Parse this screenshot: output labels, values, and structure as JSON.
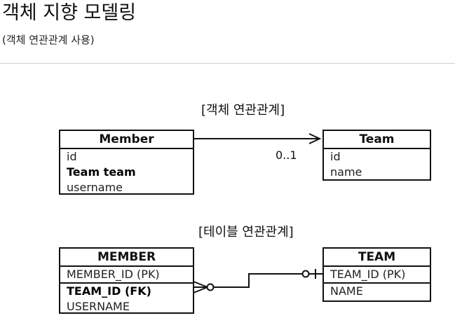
{
  "header": {
    "title": "객체 지향 모델링",
    "subtitle": "(객체 연관관계 사용)"
  },
  "object_diagram": {
    "label": "[객체 연관관계]",
    "member": {
      "name": "Member",
      "fields": [
        "id",
        "Team team",
        "username"
      ]
    },
    "team": {
      "name": "Team",
      "fields": [
        "id",
        "name"
      ]
    },
    "multiplicity": "0..1"
  },
  "table_diagram": {
    "label": "[테이블 연관관계]",
    "member": {
      "name": "MEMBER",
      "pk": "MEMBER_ID (PK)",
      "fk": "TEAM_ID (FK)",
      "other": "USERNAME"
    },
    "team": {
      "name": "TEAM",
      "pk": "TEAM_ID (PK)",
      "other": "NAME"
    }
  }
}
